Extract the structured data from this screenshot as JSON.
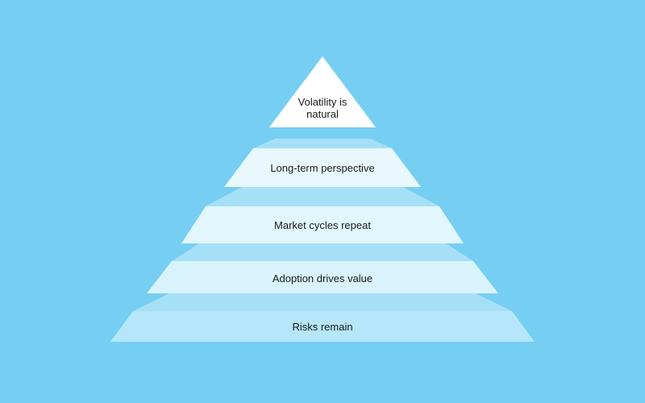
{
  "background_color": "#76cff2",
  "pyramid": {
    "tiers": [
      {
        "label_lines": [
          "Volatility is",
          "natural"
        ],
        "fill": "#ffffff"
      },
      {
        "label_lines": [
          "Long-term perspective"
        ],
        "fill": "#e8f8fd"
      },
      {
        "label_lines": [
          "Market cycles repeat"
        ],
        "fill": "#e2f6fd"
      },
      {
        "label_lines": [
          "Adoption drives value"
        ],
        "fill": "#d9f3fc"
      },
      {
        "label_lines": [
          "Risks remain"
        ],
        "fill": "#b5e6f9"
      }
    ],
    "back_face_fill": "#a6e0f7"
  }
}
